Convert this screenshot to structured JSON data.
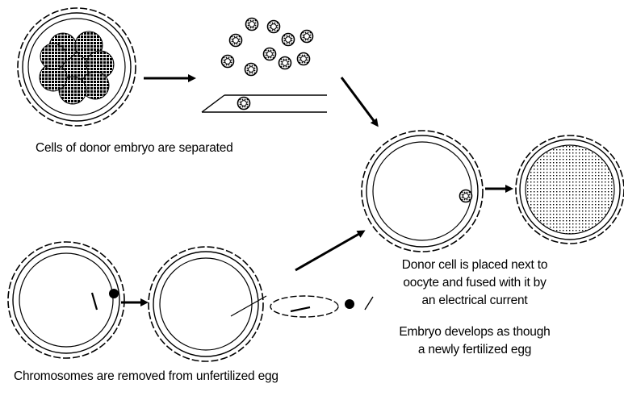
{
  "captions": {
    "donor_cells": "Cells of donor embryo are separated",
    "chromosomes": "Chromosomes are removed from unfertilized egg",
    "fusion_line1": "Donor cell is placed next to",
    "fusion_line2": "oocyte and fused with it by",
    "fusion_line3": "an electrical current",
    "develops_line1": "Embryo develops as though",
    "develops_line2": "a newly fertilized egg"
  },
  "colors": {
    "ink": "#000000",
    "background": "#ffffff"
  }
}
